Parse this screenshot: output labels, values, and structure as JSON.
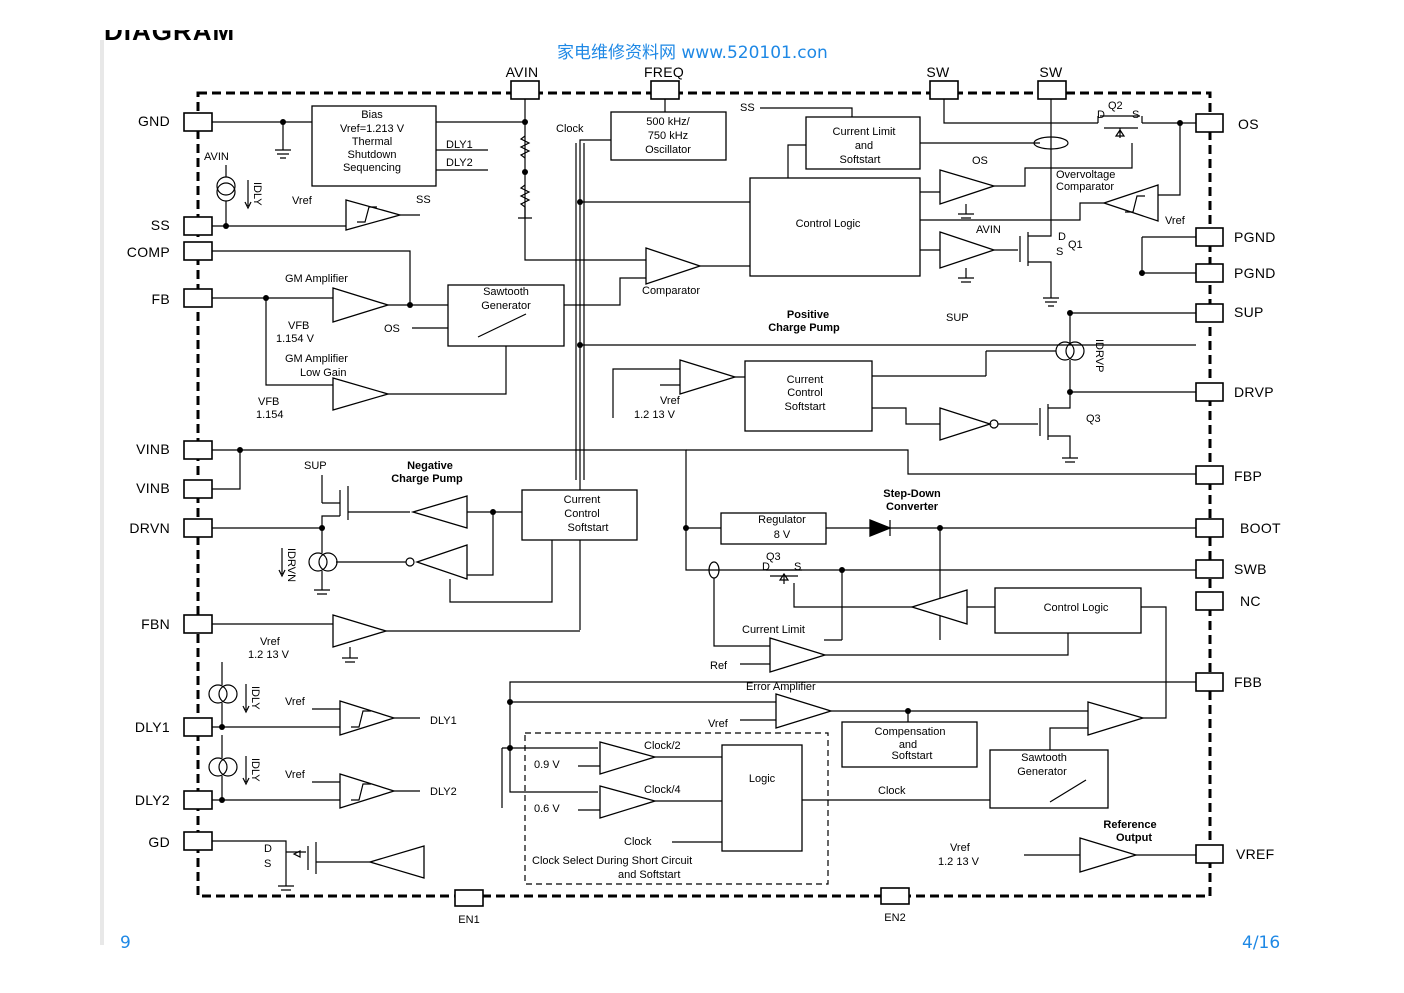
{
  "page": {
    "heading_cut": "DIAGRAM",
    "watermark": "家电维修资料网  www.520101.con",
    "page_left": "9",
    "page_right": "4/16"
  },
  "pins_left": [
    "GND",
    "SS",
    "COMP",
    "FB",
    "VINB",
    "VINB",
    "DRVN",
    "FBN",
    "DLY1",
    "DLY2",
    "GD"
  ],
  "pins_right": [
    "OS",
    "PGND",
    "PGND",
    "SUP",
    "DRVP",
    "FBP",
    "BOOT",
    "SWB",
    "NC",
    "FBB",
    "VREF"
  ],
  "pins_top": [
    "AVIN",
    "FREQ",
    "SW",
    "SW"
  ],
  "pins_bottom": [
    "EN1",
    "EN2"
  ],
  "blocks": {
    "bias": [
      "Bias",
      "Vref=1.213 V",
      "Thermal",
      "Shutdown",
      "Sequencing"
    ],
    "osc": [
      "500 kHz/",
      "750 kHz",
      "Oscillator"
    ],
    "climit_top": [
      "Current Limit",
      "and",
      "Softstart"
    ],
    "control_logic_top": "Control Logic",
    "sawtooth_top": [
      "Sawtooth",
      "Generator"
    ],
    "pcp_ccs": [
      "Current",
      "Control",
      "Softstart"
    ],
    "ncp_ccs": [
      "Current",
      "Control",
      "Softstart"
    ],
    "regulator": [
      "Regulator",
      "8 V"
    ],
    "control_logic_bot": "Control Logic",
    "comp_soft": [
      "Compensation",
      "and",
      "Softstart"
    ],
    "sawtooth_bot": [
      "Sawtooth",
      "Generator"
    ],
    "logic": "Logic"
  },
  "labels": {
    "dly1_in": "DLY1",
    "dly2_in": "DLY2",
    "avin_src": "AVIN",
    "idly1": "IDLY",
    "vref_ss": "Vref",
    "ss_out": "SS",
    "gm_amp": "GM Amplifier",
    "vfb1": "VFB",
    "vfb1_val": "1.154 V",
    "os_in": "OS",
    "gm_low1": "GM Amplifier",
    "gm_low2": "Low Gain",
    "vfb2": "VFB",
    "vfb2_val": "1.154",
    "clock_top": "Clock",
    "ss_top": "SS",
    "comparator": "Comparator",
    "os_comp": "OS",
    "ov_comp1": "Overvoltage",
    "ov_comp2": "Comparator",
    "vref_ov": "Vref",
    "avin_q1": "AVIN",
    "q1_d": "D",
    "q1_s": "S",
    "q1": "Q1",
    "q2": "Q2",
    "q2_d": "D",
    "q2_s": "S",
    "pcp1": "Positive",
    "pcp2": "Charge Pump",
    "sup_in": "SUP",
    "idrvp": "IDRVP",
    "vref_pcp": "Vref",
    "vref_pcp_val": "1.2 13 V",
    "q3_top": "Q3",
    "ncp1": "Negative",
    "ncp2": "Charge Pump",
    "sup_ncp": "SUP",
    "idrvn": "IDRVN",
    "vref_fbn": "Vref",
    "vref_fbn_val": "1.2 13 V",
    "sdc1": "Step-Down",
    "sdc2": "Converter",
    "q3_mid": "Q3",
    "q3m_d": "D",
    "q3m_s": "S",
    "climit_bot": "Current Limit",
    "ref": "Ref",
    "err_amp": "Error Amplifier",
    "vref_err": "Vref",
    "idly2": "IDLY",
    "idly3": "IDLY",
    "vref_dly1": "Vref",
    "dly1_out": "DLY1",
    "vref_dly2": "Vref",
    "dly2_out": "DLY2",
    "v09": "0.9 V",
    "v06": "0.6 V",
    "clk2": "Clock/2",
    "clk4": "Clock/4",
    "clock_logic": "Clock",
    "clock_saw": "Clock",
    "clksel1": "Clock Select During Short Circuit",
    "clksel2": "and Softstart",
    "gd_d": "D",
    "gd_s": "S",
    "refout1": "Reference",
    "refout2": "Output",
    "vref_out": "Vref",
    "vref_out_val": "1.2 13 V"
  }
}
